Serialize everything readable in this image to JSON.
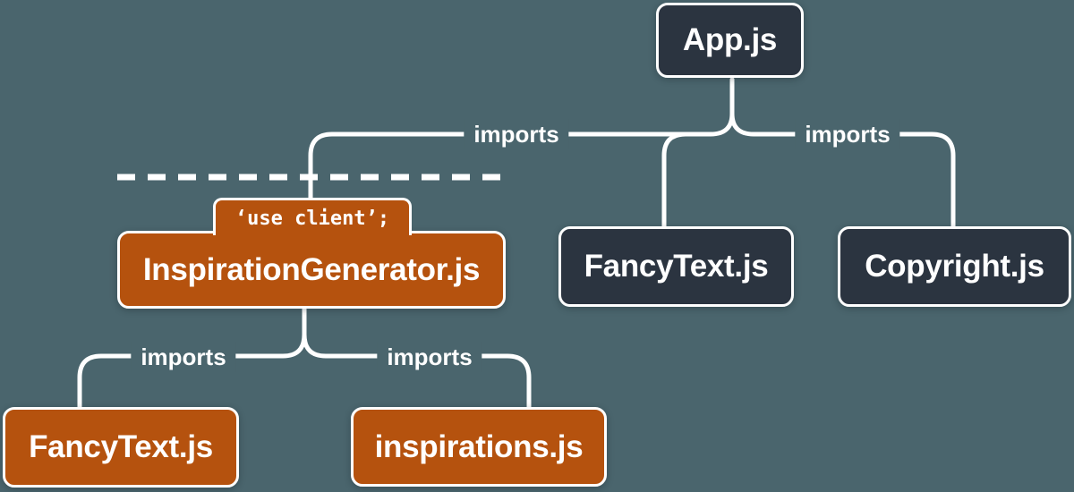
{
  "diagram": {
    "nodes": {
      "app": {
        "label": "App.js",
        "type": "server"
      },
      "inspiration_generator": {
        "label": "InspirationGenerator.js",
        "directive": "‘use client’;",
        "type": "client"
      },
      "fancytext_server": {
        "label": "FancyText.js",
        "type": "server"
      },
      "copyright": {
        "label": "Copyright.js",
        "type": "server"
      },
      "fancytext_client": {
        "label": "FancyText.js",
        "type": "client"
      },
      "inspirations": {
        "label": "inspirations.js",
        "type": "client"
      }
    },
    "edge_labels": {
      "app_left": "imports",
      "app_right": "imports",
      "gen_left": "imports",
      "gen_right": "imports"
    }
  },
  "colors": {
    "background": "#4A656D",
    "server_node_fill": "#2B3440",
    "client_node_fill": "#B5520E",
    "line": "#FFFFFF",
    "text": "#FFFFFF"
  }
}
